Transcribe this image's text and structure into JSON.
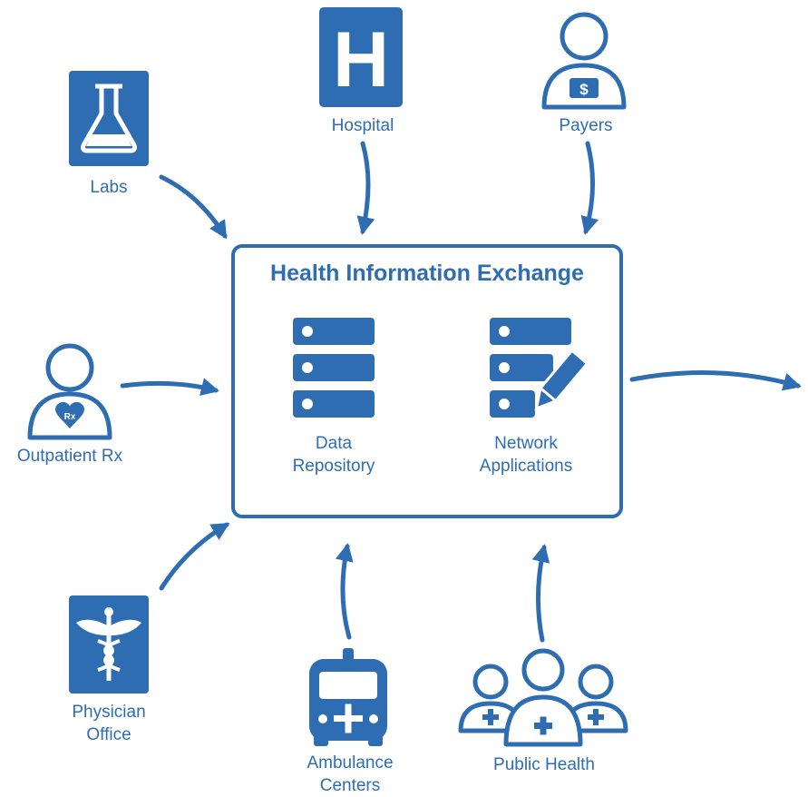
{
  "hub": {
    "title": "Health Information Exchange",
    "components": [
      {
        "line1": "Data",
        "line2": "Repository"
      },
      {
        "line1": "Network",
        "line2": "Applications"
      }
    ]
  },
  "nodes": {
    "labs": "Labs",
    "hospital": "Hospital",
    "payers": "Payers",
    "outpatient": "Outpatient Rx",
    "physician": {
      "line1": "Physician",
      "line2": "Office"
    },
    "ambulance": {
      "line1": "Ambulance",
      "line2": "Centers"
    },
    "public_health": "Public Health"
  },
  "icon_glyphs": {
    "hospital": "H",
    "rx": "Rx",
    "payers": "$"
  },
  "colors": {
    "primary": "#2f6db3",
    "background": "#ffffff"
  }
}
